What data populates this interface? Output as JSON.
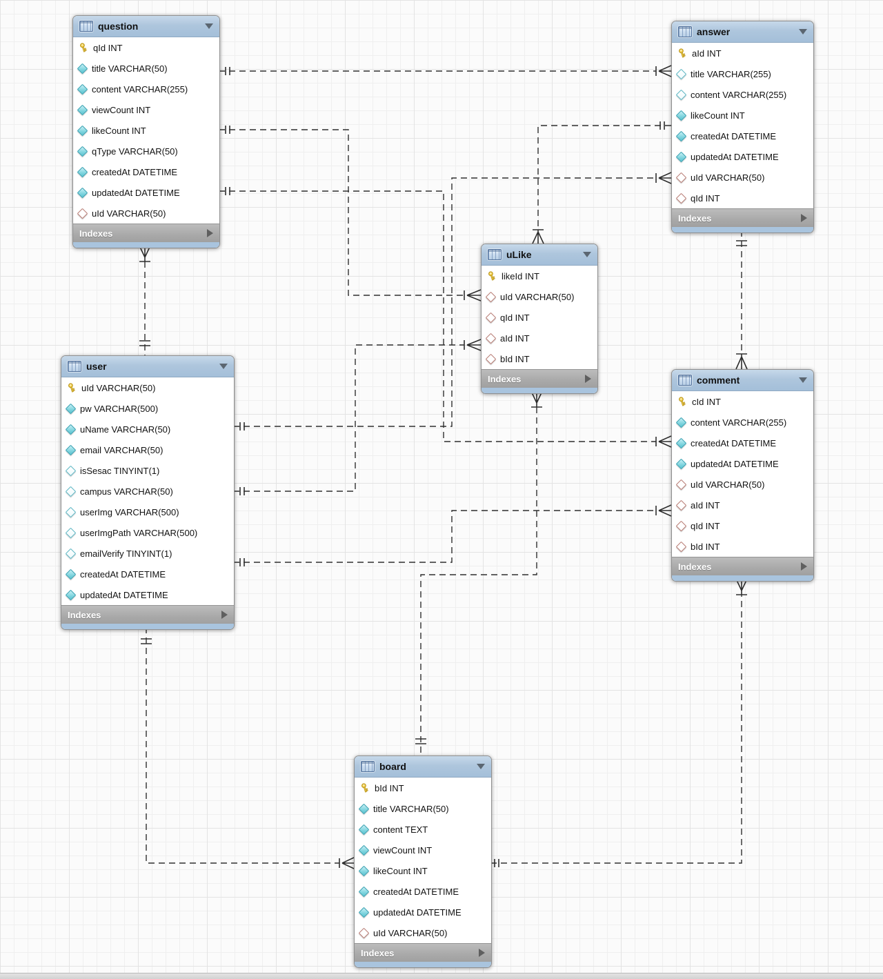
{
  "diagram": {
    "app_context": "EER diagram canvas",
    "footer_label": "Indexes",
    "colors": {
      "table_header_blue": "#aec6dd",
      "table_bottom_strip_blue": "#a9c4de",
      "indexes_bar_gray": "#a9a9a9",
      "primary_key_yellow": "#f2cf4a",
      "notnull_column_cyan": "#7fd4de",
      "nullable_column_cyan_outline": "#5db6c4",
      "foreign_key_red_outline": "#b87c74",
      "relationship_line": "#2e2e2e",
      "canvas_grid": "#e3e3e3"
    },
    "tables": [
      {
        "id": "question",
        "title": "question",
        "columns": [
          {
            "name": "qId",
            "type": "INT",
            "icon": "primary-key-icon"
          },
          {
            "name": "title",
            "type": "VARCHAR(50)",
            "icon": "notnull-column-icon"
          },
          {
            "name": "content",
            "type": "VARCHAR(255)",
            "icon": "notnull-column-icon"
          },
          {
            "name": "viewCount",
            "type": "INT",
            "icon": "notnull-column-icon"
          },
          {
            "name": "likeCount",
            "type": "INT",
            "icon": "notnull-column-icon"
          },
          {
            "name": "qType",
            "type": "VARCHAR(50)",
            "icon": "notnull-column-icon"
          },
          {
            "name": "createdAt",
            "type": "DATETIME",
            "icon": "notnull-column-icon"
          },
          {
            "name": "updatedAt",
            "type": "DATETIME",
            "icon": "notnull-column-icon"
          },
          {
            "name": "uId",
            "type": "VARCHAR(50)",
            "icon": "fk-column-icon"
          }
        ]
      },
      {
        "id": "answer",
        "title": "answer",
        "columns": [
          {
            "name": "aId",
            "type": "INT",
            "icon": "primary-key-icon"
          },
          {
            "name": "title",
            "type": "VARCHAR(255)",
            "icon": "nullable-column-icon"
          },
          {
            "name": "content",
            "type": "VARCHAR(255)",
            "icon": "nullable-column-icon"
          },
          {
            "name": "likeCount",
            "type": "INT",
            "icon": "notnull-column-icon"
          },
          {
            "name": "createdAt",
            "type": "DATETIME",
            "icon": "notnull-column-icon"
          },
          {
            "name": "updatedAt",
            "type": "DATETIME",
            "icon": "notnull-column-icon"
          },
          {
            "name": "uId",
            "type": "VARCHAR(50)",
            "icon": "fk-column-icon"
          },
          {
            "name": "qId",
            "type": "INT",
            "icon": "fk-column-icon"
          }
        ]
      },
      {
        "id": "uLike",
        "title": "uLike",
        "columns": [
          {
            "name": "likeId",
            "type": "INT",
            "icon": "primary-key-icon"
          },
          {
            "name": "uId",
            "type": "VARCHAR(50)",
            "icon": "fk-column-icon"
          },
          {
            "name": "qId",
            "type": "INT",
            "icon": "fk-column-icon"
          },
          {
            "name": "aId",
            "type": "INT",
            "icon": "fk-column-icon"
          },
          {
            "name": "bId",
            "type": "INT",
            "icon": "fk-column-icon"
          }
        ]
      },
      {
        "id": "user",
        "title": "user",
        "columns": [
          {
            "name": "uId",
            "type": "VARCHAR(50)",
            "icon": "primary-key-icon"
          },
          {
            "name": "pw",
            "type": "VARCHAR(500)",
            "icon": "notnull-column-icon"
          },
          {
            "name": "uName",
            "type": "VARCHAR(50)",
            "icon": "notnull-column-icon"
          },
          {
            "name": "email",
            "type": "VARCHAR(50)",
            "icon": "notnull-column-icon"
          },
          {
            "name": "isSesac",
            "type": "TINYINT(1)",
            "icon": "nullable-column-icon"
          },
          {
            "name": "campus",
            "type": "VARCHAR(50)",
            "icon": "nullable-column-icon"
          },
          {
            "name": "userImg",
            "type": "VARCHAR(500)",
            "icon": "nullable-column-icon"
          },
          {
            "name": "userImgPath",
            "type": "VARCHAR(500)",
            "icon": "nullable-column-icon"
          },
          {
            "name": "emailVerify",
            "type": "TINYINT(1)",
            "icon": "nullable-column-icon"
          },
          {
            "name": "createdAt",
            "type": "DATETIME",
            "icon": "notnull-column-icon"
          },
          {
            "name": "updatedAt",
            "type": "DATETIME",
            "icon": "notnull-column-icon"
          }
        ]
      },
      {
        "id": "comment",
        "title": "comment",
        "columns": [
          {
            "name": "cId",
            "type": "INT",
            "icon": "primary-key-icon"
          },
          {
            "name": "content",
            "type": "VARCHAR(255)",
            "icon": "notnull-column-icon"
          },
          {
            "name": "createdAt",
            "type": "DATETIME",
            "icon": "notnull-column-icon"
          },
          {
            "name": "updatedAt",
            "type": "DATETIME",
            "icon": "notnull-column-icon"
          },
          {
            "name": "uId",
            "type": "VARCHAR(50)",
            "icon": "fk-column-icon"
          },
          {
            "name": "aId",
            "type": "INT",
            "icon": "fk-column-icon"
          },
          {
            "name": "qId",
            "type": "INT",
            "icon": "fk-column-icon"
          },
          {
            "name": "bId",
            "type": "INT",
            "icon": "fk-column-icon"
          }
        ]
      },
      {
        "id": "board",
        "title": "board",
        "columns": [
          {
            "name": "bId",
            "type": "INT",
            "icon": "primary-key-icon"
          },
          {
            "name": "title",
            "type": "VARCHAR(50)",
            "icon": "notnull-column-icon"
          },
          {
            "name": "content",
            "type": "TEXT",
            "icon": "notnull-column-icon"
          },
          {
            "name": "viewCount",
            "type": "INT",
            "icon": "notnull-column-icon"
          },
          {
            "name": "likeCount",
            "type": "INT",
            "icon": "notnull-column-icon"
          },
          {
            "name": "createdAt",
            "type": "DATETIME",
            "icon": "notnull-column-icon"
          },
          {
            "name": "updatedAt",
            "type": "DATETIME",
            "icon": "notnull-column-icon"
          },
          {
            "name": "uId",
            "type": "VARCHAR(50)",
            "icon": "fk-column-icon"
          }
        ]
      }
    ],
    "relationships": [
      {
        "id": "question_answer",
        "one_side": "question",
        "many_side": "answer",
        "style": "dashed"
      },
      {
        "id": "question_uLike",
        "one_side": "question",
        "many_side": "uLike",
        "style": "dashed"
      },
      {
        "id": "question_comment",
        "one_side": "question",
        "many_side": "comment",
        "style": "dashed"
      },
      {
        "id": "user_answer",
        "one_side": "user",
        "many_side": "answer",
        "style": "dashed"
      },
      {
        "id": "user_uLike",
        "one_side": "user",
        "many_side": "uLike",
        "style": "dashed"
      },
      {
        "id": "user_comment",
        "one_side": "user",
        "many_side": "comment",
        "style": "dashed"
      },
      {
        "id": "answer_uLike",
        "one_side": "answer",
        "many_side": "uLike",
        "style": "dashed"
      },
      {
        "id": "answer_comment",
        "one_side": "answer",
        "many_side": "comment",
        "style": "dashed"
      },
      {
        "id": "user_question",
        "one_side": "user",
        "many_side": "question",
        "style": "dashed"
      },
      {
        "id": "user_board",
        "one_side": "user",
        "many_side": "board",
        "style": "dashed"
      },
      {
        "id": "board_uLike",
        "one_side": "board",
        "many_side": "uLike",
        "style": "dashed"
      },
      {
        "id": "board_comment",
        "one_side": "board",
        "many_side": "comment",
        "style": "dashed"
      }
    ]
  }
}
